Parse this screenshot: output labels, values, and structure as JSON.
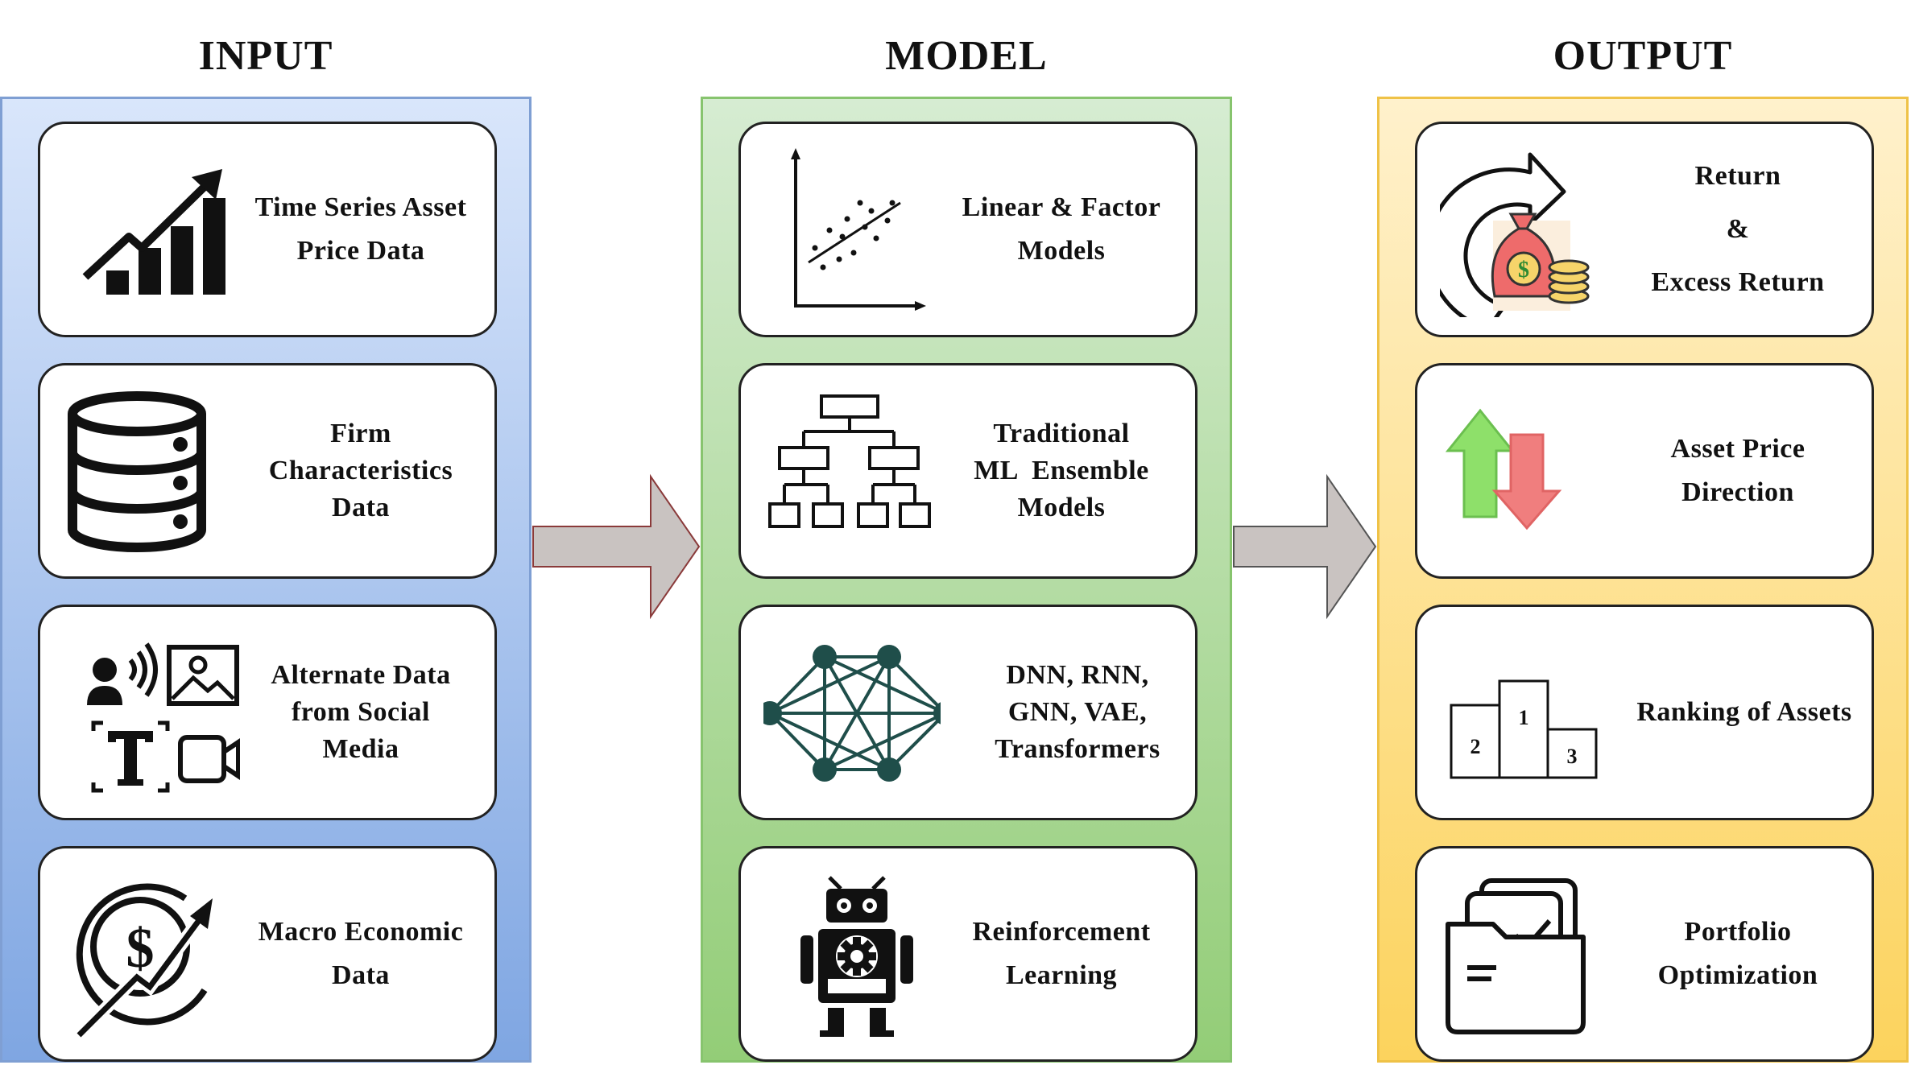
{
  "titles": {
    "input": "INPUT",
    "model": "MODEL",
    "output": "OUTPUT"
  },
  "input": {
    "time_series": [
      "Time Series Asset",
      "Price Data"
    ],
    "firm": [
      "Firm",
      "Characteristics",
      "Data"
    ],
    "alternate": [
      "Alternate Data",
      "from Social",
      "Media"
    ],
    "macro": [
      "Macro Economic",
      "Data"
    ]
  },
  "model": {
    "linear": [
      "Linear & Factor",
      "Models"
    ],
    "ml": [
      "Traditional",
      "ML  Ensemble",
      "Models"
    ],
    "dnn": [
      "DNN, RNN,",
      "GNN, VAE,",
      "Transformers"
    ],
    "rl": [
      "Reinforcement",
      "Learning"
    ]
  },
  "output": {
    "return": [
      "Return",
      "&",
      "Excess Return"
    ],
    "direction": [
      "Asset Price",
      "Direction"
    ],
    "ranking": [
      "Ranking of Assets"
    ],
    "portfolio": [
      "Portfolio",
      "Optimization"
    ],
    "podium": {
      "first": "1",
      "second": "2",
      "third": "3"
    }
  },
  "icons": {
    "time_series": "growth-bar-chart-icon",
    "firm": "database-icon",
    "alternate": "multimedia-data-icon",
    "macro": "dollar-growth-icon",
    "linear": "scatter-regression-icon",
    "ml": "decision-tree-icon",
    "dnn": "neural-network-icon",
    "rl": "robot-icon",
    "return": "money-return-icon",
    "direction": "up-down-arrows-icon",
    "ranking": "podium-icon",
    "portfolio": "folder-check-icon"
  },
  "colors": {
    "input_top": "#d9e6fb",
    "input_bottom": "#7fa6e2",
    "model_top": "#d6ecd2",
    "model_bottom": "#93cd77",
    "output_top": "#fff1cc",
    "output_bottom": "#fcd35d",
    "flow_arrow": "#c9c3c1",
    "network_node": "#1f4e4a",
    "up_arrow": "#8ee06a",
    "down_arrow": "#f07e7e"
  }
}
